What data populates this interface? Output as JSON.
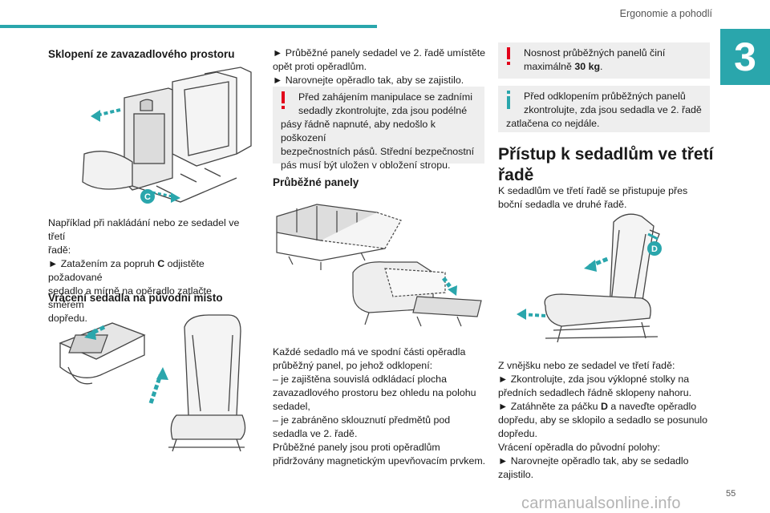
{
  "header": {
    "title": "Ergonomie a pohodlí",
    "chapter": "3"
  },
  "footer": {
    "page_number": "55",
    "watermark": "carmanualsonline.info"
  },
  "col1": {
    "heading1": "Sklopení ze zavazadlového prostoru",
    "callout_c": "C",
    "para1_line1": "Například při nakládání nebo ze sedadel ve třetí",
    "para1_line2": "řadě:",
    "para1_line3_pre": "►  Zatažením za popruh ",
    "para1_line3_bold": "C",
    "para1_line3_post": " odjistěte požadované",
    "para1_line4": "sedadlo a mírně na opěradlo zatlačte směrem",
    "para1_line5": "dopředu.",
    "heading2": "Vrácení sedadla na původní místo"
  },
  "col2": {
    "para1_line1": "►  Průběžné panely sedadel ve 2. řadě umístěte",
    "para1_line2": "opět proti opěradlům.",
    "para1_line3": "►  Narovnejte opěradlo tak, aby se zajistilo.",
    "warning1": {
      "line1": "Před zahájením manipulace se zadními",
      "line2": "sedadly zkontrolujte, zda jsou podélné",
      "line3": "pásy řádně napnuté, aby nedošlo k poškození",
      "line4": "bezpečnostních pásů. Střední bezpečnostní",
      "line5": "pás musí být uložen v obložení stropu."
    },
    "heading": "Průběžné panely",
    "para2": [
      "Každé sedadlo má ve spodní části opěradla",
      "průběžný panel, po jehož odklopení:",
      "–  je zajištěna souvislá odkládací plocha",
      "zavazadlového prostoru bez ohledu na polohu",
      "sedadel,",
      "–  je zabráněno sklouznutí předmětů pod",
      "sedadla ve 2. řadě.",
      "Průběžné panely jsou proti opěradlům",
      "přidržovány magnetickým upevňovacím prvkem."
    ]
  },
  "col3": {
    "warning2": {
      "line1": "Nosnost průběžných panelů činí",
      "line2_pre": "maximálně ",
      "line2_bold": "30 kg",
      "line2_post": "."
    },
    "info": {
      "line1": "Před odklopením průběžných panelů",
      "line2": "zkontrolujte, zda jsou sedadla ve 2. řadě",
      "line3": "zatlačena co nejdále."
    },
    "heading_line1": "Přístup k sedadlům ve třetí",
    "heading_line2": "řadě",
    "para1_line1": "K sedadlům ve třetí řadě se přistupuje přes",
    "para1_line2": "boční sedadla ve druhé řadě.",
    "callout_d": "D",
    "para2": {
      "l1": "Z vnějšku nebo ze sedadel ve třetí řadě:",
      "l2": "►  Zkontrolujte, zda jsou výklopné stolky na",
      "l3": "předních sedadlech řádně sklopeny nahoru.",
      "l4_pre": "►  Zatáhněte za páčku ",
      "l4_bold": "D",
      "l4_post": " a naveďte opěradlo",
      "l5": "dopředu, aby se sklopilo a sedadlo se posunulo",
      "l6": "dopředu.",
      "l7": "Vrácení opěradla do původní polohy:",
      "l8": "►  Narovnejte opěradlo tak, aby se sedadlo",
      "l9": "zajistilo."
    }
  },
  "colors": {
    "accent": "#2aa6ac",
    "warning": "#e2001a",
    "info": "#2aa6ac",
    "box_bg": "#eeeeee"
  }
}
